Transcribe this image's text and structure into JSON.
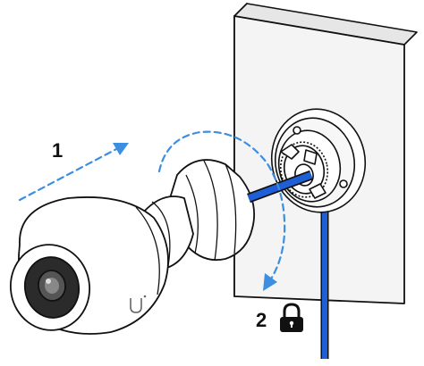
{
  "steps": [
    {
      "number": "1",
      "direction": "slide-onto-mount-arrow",
      "icon": ""
    },
    {
      "number": "2",
      "direction": "rotate-to-lock-arrow",
      "icon": "padlock-icon"
    }
  ],
  "colors": {
    "cable": "#1f5fd6",
    "arrow": "#3b8ee0",
    "outline": "#111111",
    "wall": "#f1f1f1",
    "camera_body": "#ffffff"
  }
}
